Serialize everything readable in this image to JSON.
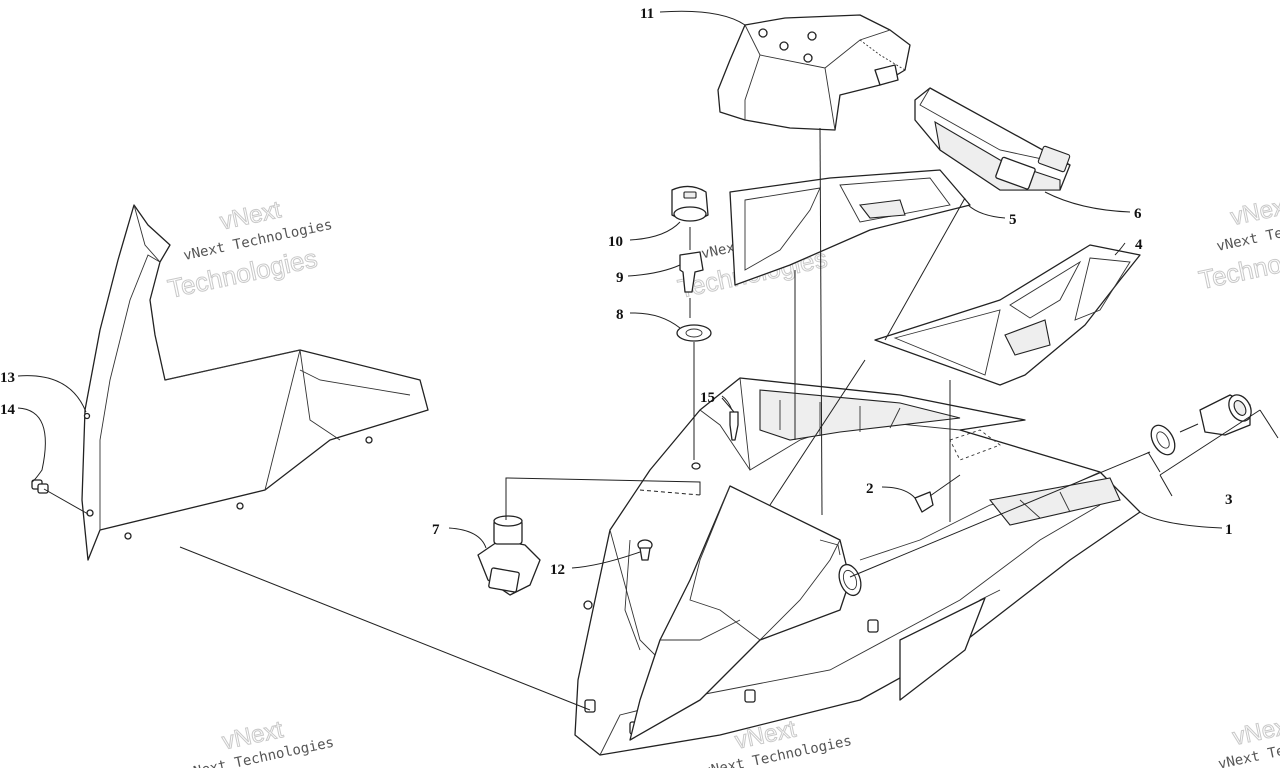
{
  "callouts": {
    "c1": "1",
    "c2": "2",
    "c3": "3",
    "c4": "4",
    "c5": "5",
    "c6": "6",
    "c7": "7",
    "c8": "8",
    "c9": "9",
    "c10": "10",
    "c11": "11",
    "c12": "12",
    "c13": "13",
    "c14": "14",
    "c15": "15"
  },
  "watermark": {
    "line1": "vNext",
    "line2": "vNext Technologies",
    "line3": "Technologies"
  }
}
